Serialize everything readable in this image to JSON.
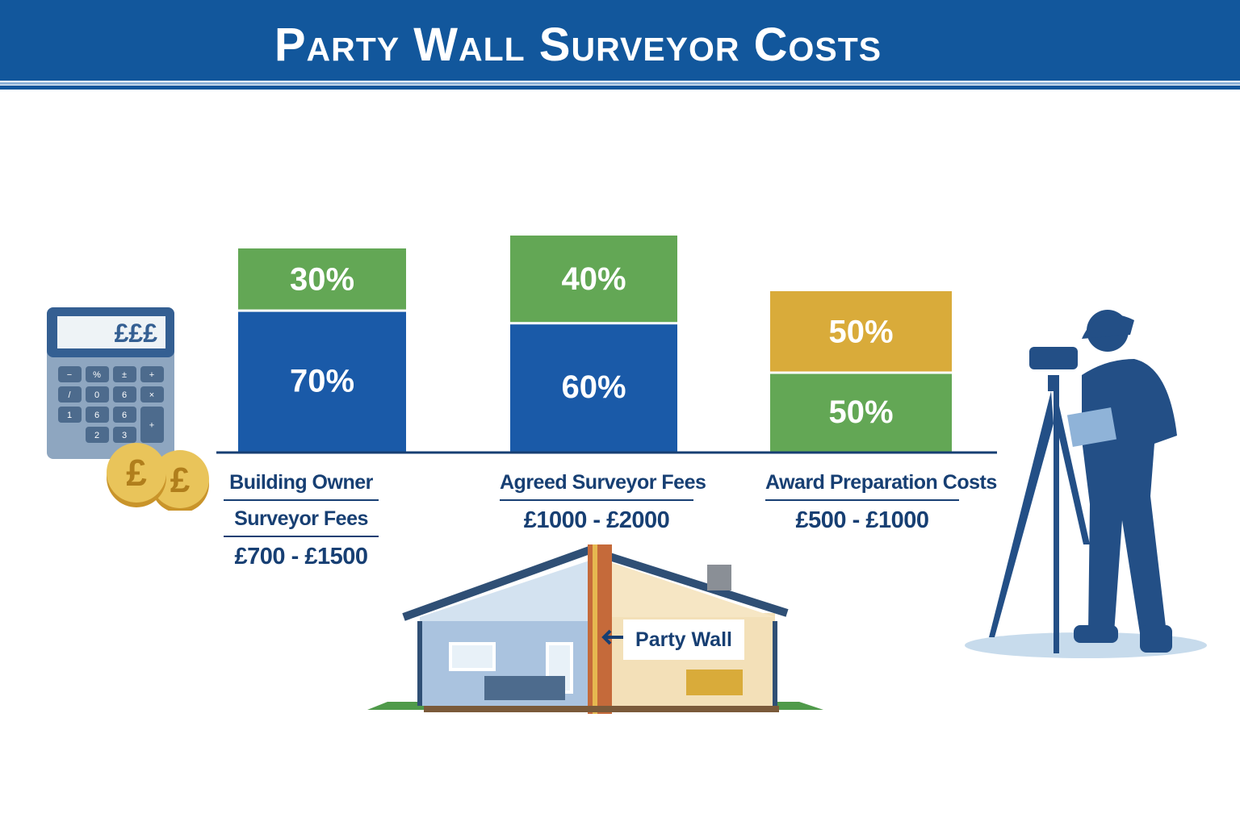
{
  "title": "Party Wall Surveyor Costs",
  "chart_data": {
    "type": "bar",
    "stacked": true,
    "categories": [
      "Building Owner Surveyor Fees",
      "Agreed Surveyor Fees",
      "Award Preparation Costs"
    ],
    "category_lines": [
      [
        "Building Owner",
        "Surveyor Fees"
      ],
      [
        "Agreed Surveyor Fees"
      ],
      [
        "Award Preparation Costs"
      ]
    ],
    "ranges": [
      "£700 - £1500",
      "£1000 - £2000",
      "£500 - £1000"
    ],
    "stacks": [
      [
        {
          "value": 70,
          "label": "70%",
          "color": "#1a5aa8"
        },
        {
          "value": 30,
          "label": "30%",
          "color": "#63a755"
        }
      ],
      [
        {
          "value": 60,
          "label": "60%",
          "color": "#1a5aa8"
        },
        {
          "value": 40,
          "label": "40%",
          "color": "#63a755"
        }
      ],
      [
        {
          "value": 50,
          "label": "50%",
          "color": "#63a755"
        },
        {
          "value": 50,
          "label": "50%",
          "color": "#d9ab3a"
        }
      ]
    ],
    "unit": "%",
    "grid": false,
    "legend": "none"
  },
  "calculator": {
    "display": "£££",
    "keys": [
      "−",
      "%",
      "±",
      "+",
      "/",
      "0",
      "6",
      "×",
      "1",
      "6",
      "6",
      "+",
      "2",
      "3"
    ]
  },
  "coin_symbol": "£",
  "house": {
    "label": "Party Wall"
  },
  "colors": {
    "header": "#12579c",
    "text": "#173f73",
    "blue": "#1a5aa8",
    "green": "#63a755",
    "gold": "#d9ab3a"
  }
}
